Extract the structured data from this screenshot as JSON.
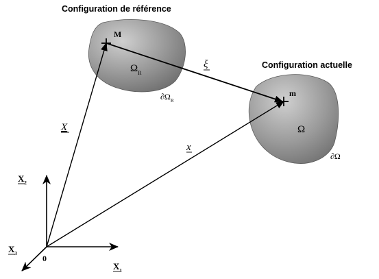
{
  "titles": {
    "reference": "Configuration de référence",
    "current": "Configuration actuelle"
  },
  "reference_body": {
    "point": "M",
    "domain": "Ω",
    "domain_sub": "R",
    "boundary": "∂Ω",
    "boundary_sub": "R"
  },
  "current_body": {
    "point": "m",
    "domain": "Ω",
    "boundary": "∂Ω"
  },
  "vectors": {
    "X": "X",
    "x": "x",
    "xi": "ξ"
  },
  "axes": {
    "origin": "0",
    "x1": "X",
    "x1_sub": "1",
    "x2": "X",
    "x2_sub": "2",
    "x3": "X",
    "x3_sub": "3"
  },
  "colors": {
    "body_fill": "#8c8c8c",
    "body_highlight": "#c8c8c8",
    "line": "#000000"
  }
}
